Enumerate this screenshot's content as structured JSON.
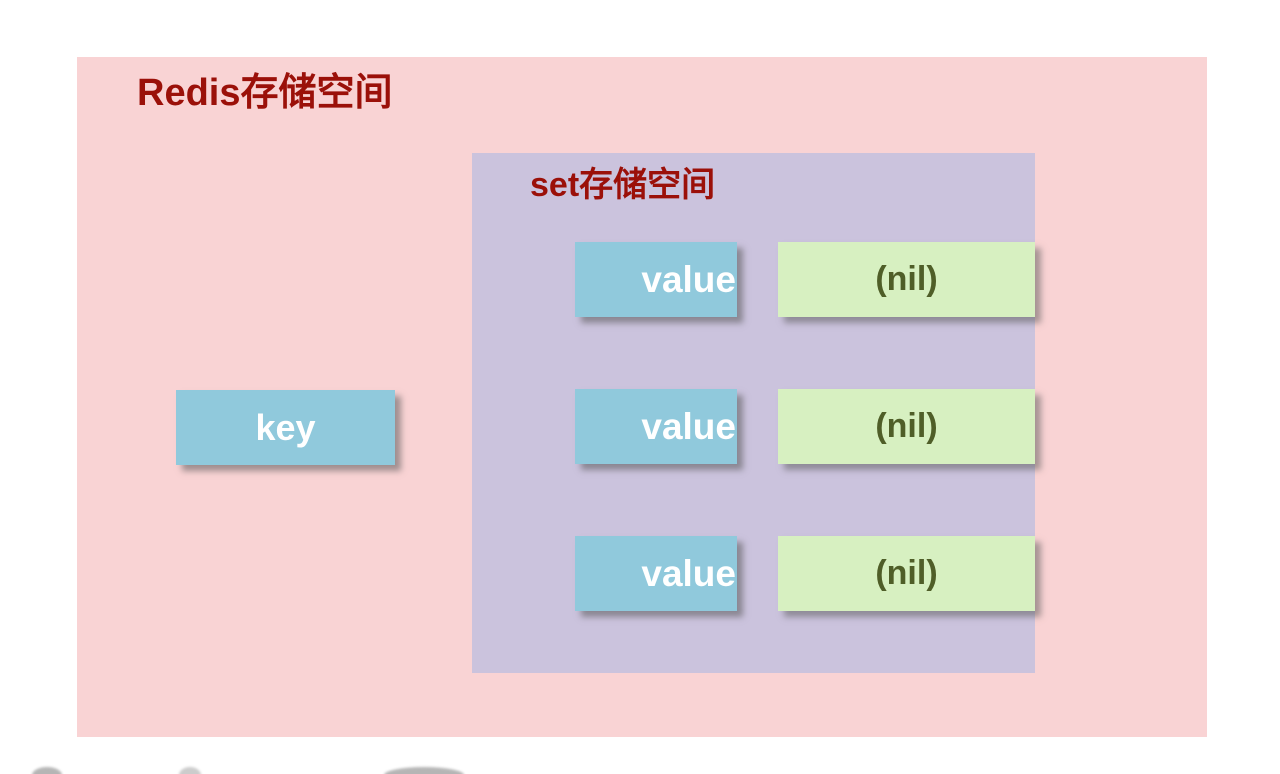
{
  "colors": {
    "page_bg": "#ffffff",
    "outer_bg": "#f9d3d4",
    "inner_bg": "#cbc3dd",
    "key_value_bg": "#90c9dc",
    "nil_bg": "#d7f0c1",
    "title_color": "#9b1009",
    "nil_text": "#4f5e28",
    "box_text": "#ffffff"
  },
  "outer": {
    "title_en": "Redis",
    "title_zh": "存储空间"
  },
  "inner": {
    "title_en": "set",
    "title_zh": "存储空间"
  },
  "key_label": "key",
  "rows": [
    {
      "value": "value",
      "nil": "(nil)"
    },
    {
      "value": "value",
      "nil": "(nil)"
    },
    {
      "value": "value",
      "nil": "(nil)"
    }
  ]
}
